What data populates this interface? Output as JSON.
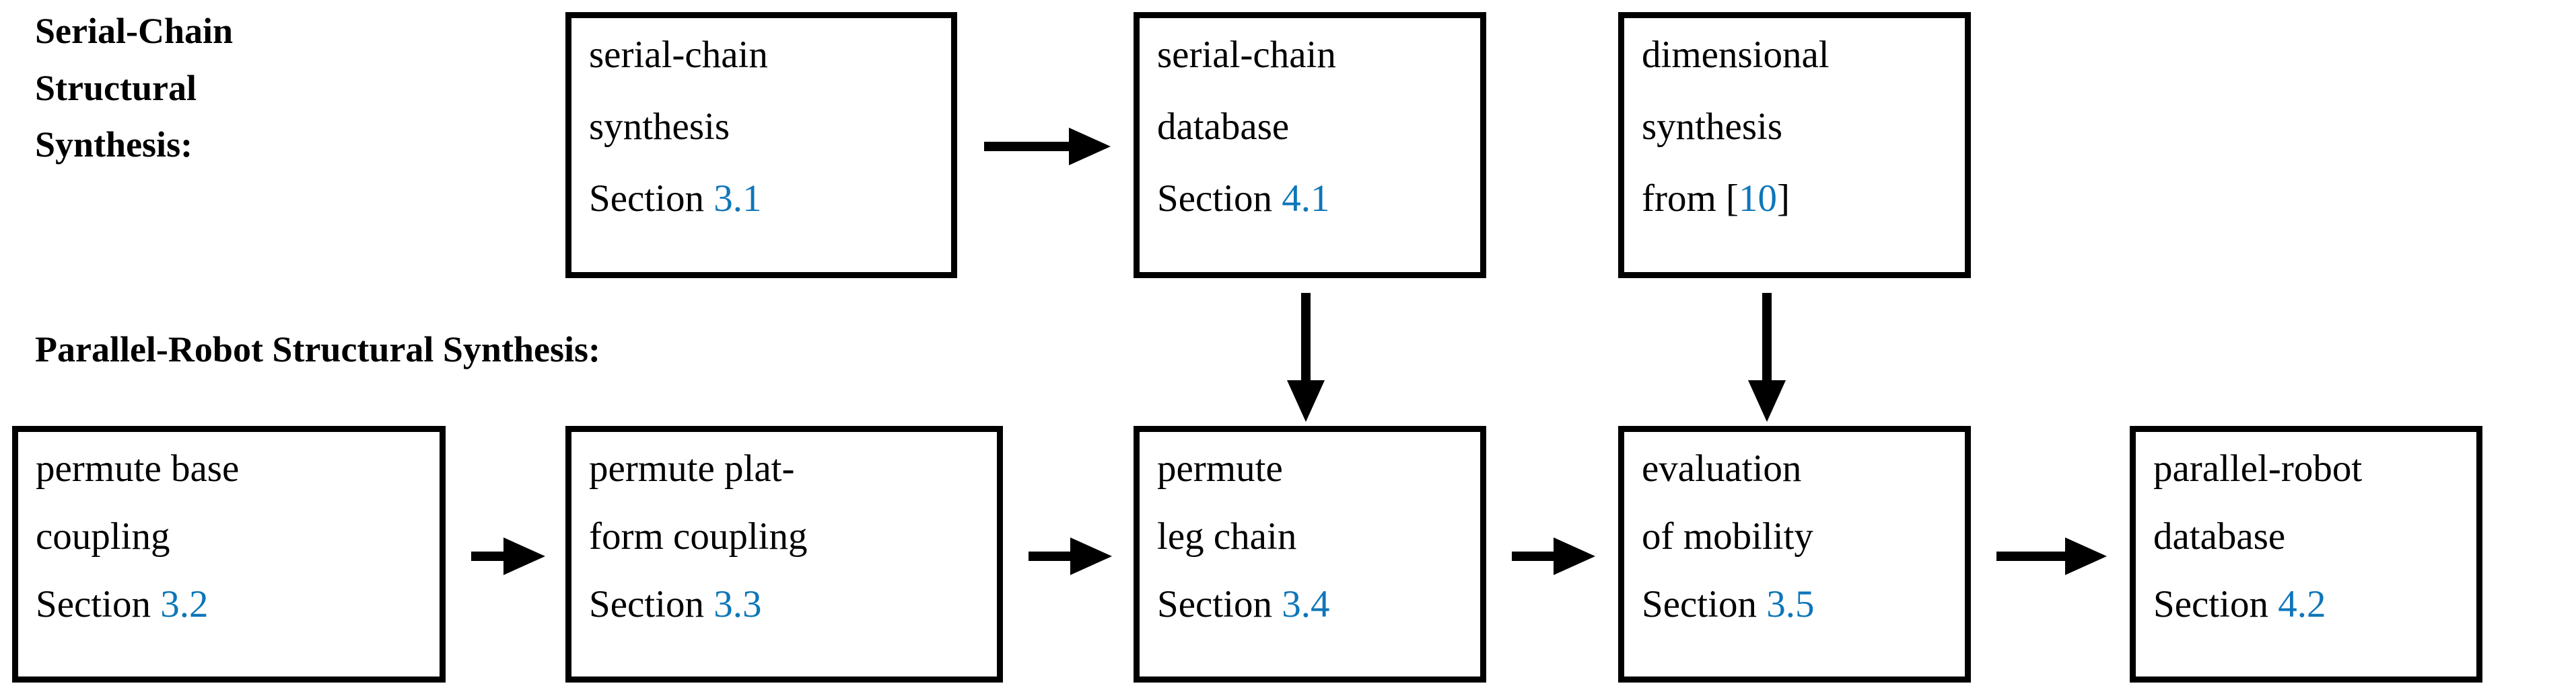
{
  "figure": {
    "type": "flowchart",
    "background_color": "#ffffff",
    "box_border_color": "#000000",
    "text_color": "#000000",
    "reference_link_color": "#0e76b9",
    "arrow_color": "#000000"
  },
  "rows": {
    "serial": {
      "label_lines": [
        "Serial-Chain",
        "Structural",
        "Synthesis:"
      ]
    },
    "parallel": {
      "label": "Parallel-Robot Structural Synthesis:"
    }
  },
  "nodes": {
    "serial_synthesis": {
      "line1": "serial-chain",
      "line2": "synthesis",
      "ref_prefix": "Section ",
      "ref": "3.1"
    },
    "serial_database": {
      "line1": "serial-chain",
      "line2": "database",
      "ref_prefix": "Section ",
      "ref": "4.1"
    },
    "dimensional_synthesis": {
      "line1": "dimensional",
      "line2": "synthesis",
      "ref_prefix": "from [",
      "ref": "10",
      "ref_suffix": "]"
    },
    "permute_base": {
      "line1": "permute base",
      "line2": "coupling",
      "ref_prefix": "Section ",
      "ref": "3.2"
    },
    "permute_platform": {
      "line1": "permute plat-",
      "line2": "form coupling",
      "ref_prefix": "Section ",
      "ref": "3.3"
    },
    "permute_leg": {
      "line1": "permute",
      "line2": "leg chain",
      "ref_prefix": "Section ",
      "ref": "3.4"
    },
    "evaluation_mobility": {
      "line1": "evaluation",
      "line2": "of mobility",
      "ref_prefix": "Section ",
      "ref": "3.5"
    },
    "parallel_database": {
      "line1": "parallel-robot",
      "line2": "database",
      "ref_prefix": "Section ",
      "ref": "4.2"
    }
  },
  "arrows": [
    {
      "name": "serial-synthesis-to-serial-database",
      "direction": "right"
    },
    {
      "name": "serial-database-to-permute-leg-chain",
      "direction": "down"
    },
    {
      "name": "dimensional-synthesis-to-evaluation",
      "direction": "down"
    },
    {
      "name": "permute-base-to-permute-platform",
      "direction": "right"
    },
    {
      "name": "permute-platform-to-permute-leg",
      "direction": "right"
    },
    {
      "name": "permute-leg-to-evaluation",
      "direction": "right"
    },
    {
      "name": "evaluation-to-parallel-database",
      "direction": "right"
    }
  ]
}
